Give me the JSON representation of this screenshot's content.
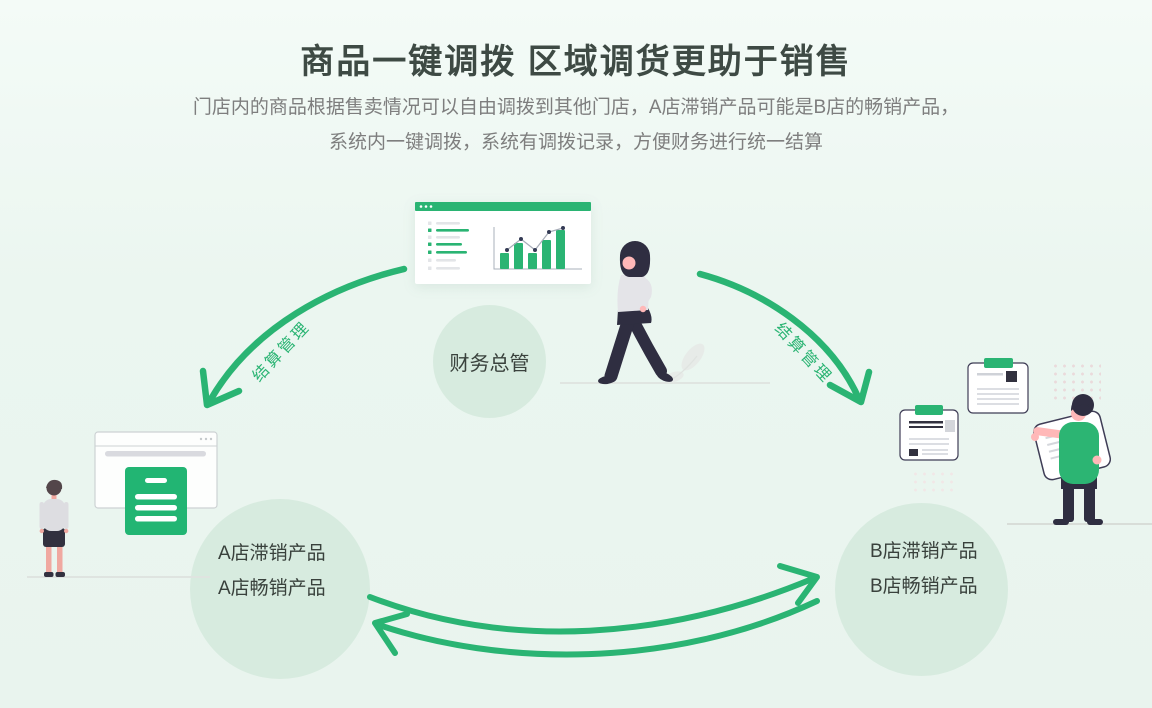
{
  "header": {
    "title": "商品一键调拨 区域调货更助于销售",
    "subtitle_lines": [
      "门店内的商品根据售卖情况可以自由调拨到其他门店，A店滞销产品可能是B店的畅销产品，",
      "系统内一键调拨，系统有调拨记录，方便财务进行统一结算"
    ]
  },
  "diagram": {
    "manager_label": "财务总管",
    "left_flow_label": "结算管理",
    "right_flow_label": "结算管理",
    "store_a": {
      "line1": "A店滞销产品",
      "line2": "A店畅销产品"
    },
    "store_b": {
      "line1": "B店滞销产品",
      "line2": "B店畅销产品"
    }
  },
  "colors": {
    "brand_green": "#2ab473",
    "mint_circle": "#d7ebdf",
    "title_text": "#3e4a44",
    "subtitle_text": "#7e7e7e",
    "circle_text": "#39413c",
    "illustration_dark": "#2f2e41",
    "skin": "#ffb8b8",
    "background_top": "#f4fbf7",
    "background_bottom": "#e9f4ee"
  },
  "illustrations": {
    "center": "dashboard-browser-with-bar-chart",
    "center_person": "standing-woman",
    "left": "browser-window-with-product-card-and-person",
    "right": "note-cards-and-person-holding-document"
  }
}
